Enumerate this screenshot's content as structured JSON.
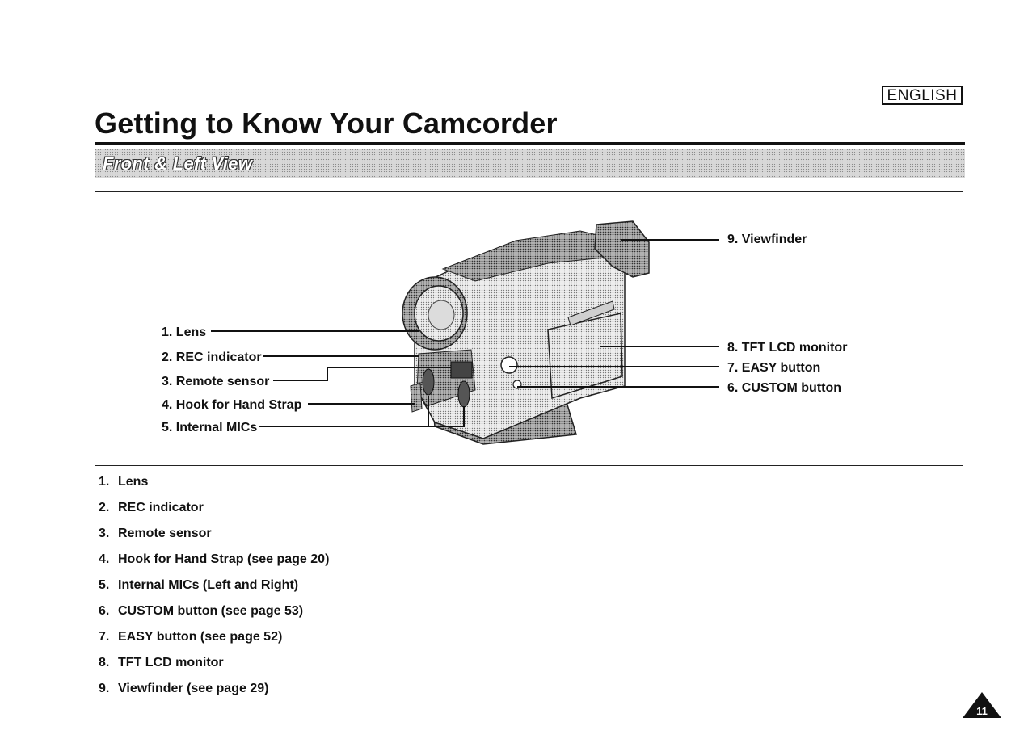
{
  "header": {
    "language": "ENGLISH",
    "title": "Getting to Know Your Camcorder"
  },
  "section": {
    "title": "Front & Left View"
  },
  "diagram": {
    "callouts": [
      {
        "id": "lens",
        "label": "1. Lens"
      },
      {
        "id": "rec-indicator",
        "label": "2. REC indicator"
      },
      {
        "id": "remote-sensor",
        "label": "3. Remote sensor"
      },
      {
        "id": "hook",
        "label": "4. Hook for Hand Strap"
      },
      {
        "id": "mics",
        "label": "5. Internal MICs"
      },
      {
        "id": "viewfinder",
        "label": "9. Viewfinder"
      },
      {
        "id": "lcd",
        "label": "8. TFT LCD monitor"
      },
      {
        "id": "easy",
        "label": "7. EASY button"
      },
      {
        "id": "custom",
        "label": "6. CUSTOM button"
      }
    ]
  },
  "parts_list": [
    {
      "num": "1.",
      "text": "Lens"
    },
    {
      "num": "2.",
      "text": "REC indicator"
    },
    {
      "num": "3.",
      "text": "Remote sensor"
    },
    {
      "num": "4.",
      "text": "Hook for Hand Strap (see page 20)"
    },
    {
      "num": "5.",
      "text": "Internal MICs (Left and Right)"
    },
    {
      "num": "6.",
      "text": "CUSTOM button (see page 53)"
    },
    {
      "num": "7.",
      "text": "EASY button (see page 52)"
    },
    {
      "num": "8.",
      "text": "TFT LCD monitor"
    },
    {
      "num": "9.",
      "text": "Viewfinder (see page 29)"
    }
  ],
  "footer": {
    "page_number": "11"
  }
}
